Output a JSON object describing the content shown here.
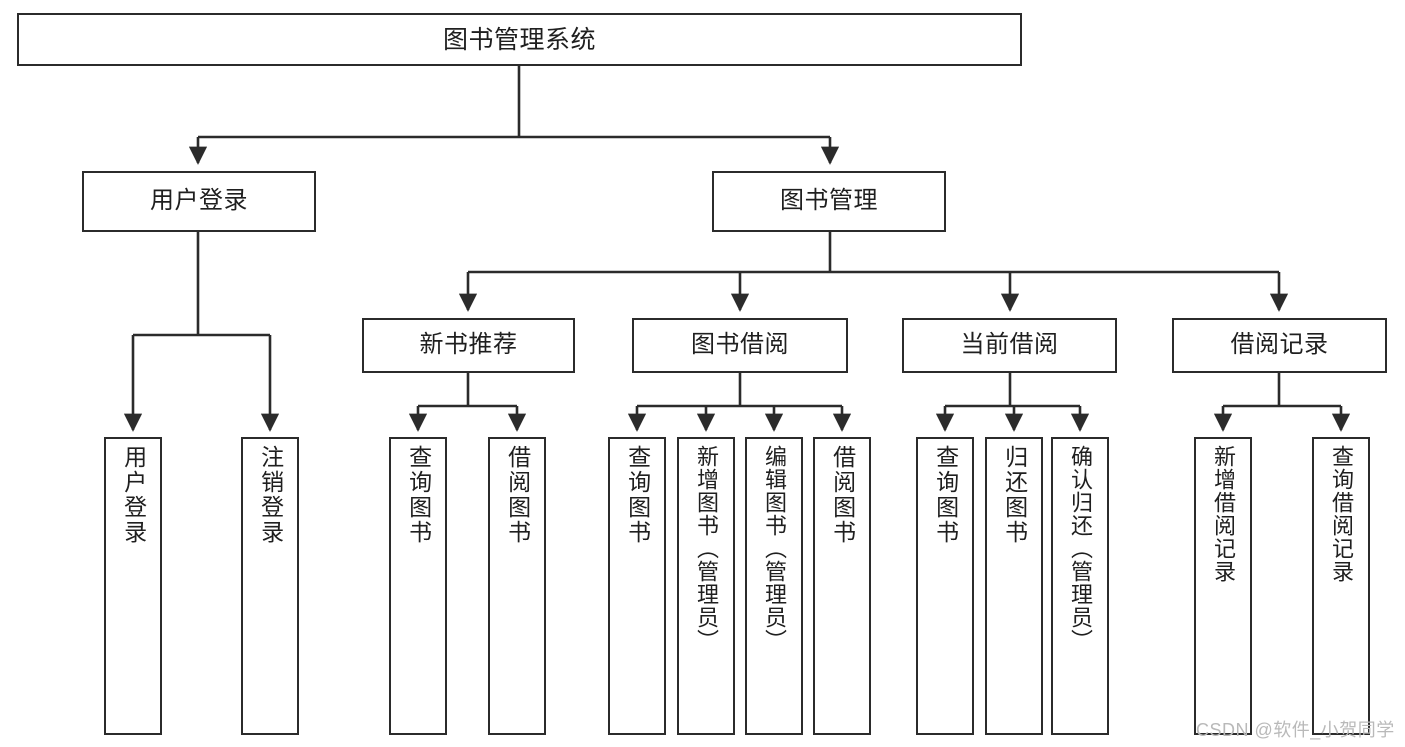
{
  "diagram": {
    "type": "tree-hierarchy-chart",
    "title": "图书管理系统",
    "orientation": "top-down",
    "colors": {
      "stroke": "#2b2b2b",
      "fill": "#ffffff",
      "text": "#1f1f1f",
      "watermark": "#b9b9b9"
    },
    "nodes": {
      "root": {
        "label": "图书管理系统"
      },
      "level2": [
        {
          "id": "user-login",
          "label": "用户登录"
        },
        {
          "id": "book-manage",
          "label": "图书管理"
        }
      ],
      "level3": [
        {
          "id": "new-book-rec",
          "label": "新书推荐"
        },
        {
          "id": "book-borrow",
          "label": "图书借阅"
        },
        {
          "id": "current-borrow",
          "label": "当前借阅"
        },
        {
          "id": "borrow-record",
          "label": "借阅记录"
        }
      ],
      "leaves": {
        "user-login": [
          {
            "id": "leaf-user-login",
            "label": "用户登录"
          },
          {
            "id": "leaf-logout",
            "label": "注销登录"
          }
        ],
        "new-book-rec": [
          {
            "id": "leaf-query-book-1",
            "label": "查询图书"
          },
          {
            "id": "leaf-borrow-book-1",
            "label": "借阅图书"
          }
        ],
        "book-borrow": [
          {
            "id": "leaf-query-book-2",
            "label": "查询图书"
          },
          {
            "id": "leaf-add-book",
            "label": "新增图书（管理员）"
          },
          {
            "id": "leaf-edit-book",
            "label": "编辑图书（管理员）"
          },
          {
            "id": "leaf-borrow-book-2",
            "label": "借阅图书"
          }
        ],
        "current-borrow": [
          {
            "id": "leaf-query-book-3",
            "label": "查询图书"
          },
          {
            "id": "leaf-return-book",
            "label": "归还图书"
          },
          {
            "id": "leaf-confirm-return",
            "label": "确认归还（管理员）"
          }
        ],
        "borrow-record": [
          {
            "id": "leaf-add-record",
            "label": "新增借阅记录"
          },
          {
            "id": "leaf-query-record",
            "label": "查询借阅记录"
          }
        ]
      }
    },
    "watermark": "CSDN @软件_小贺同学"
  }
}
